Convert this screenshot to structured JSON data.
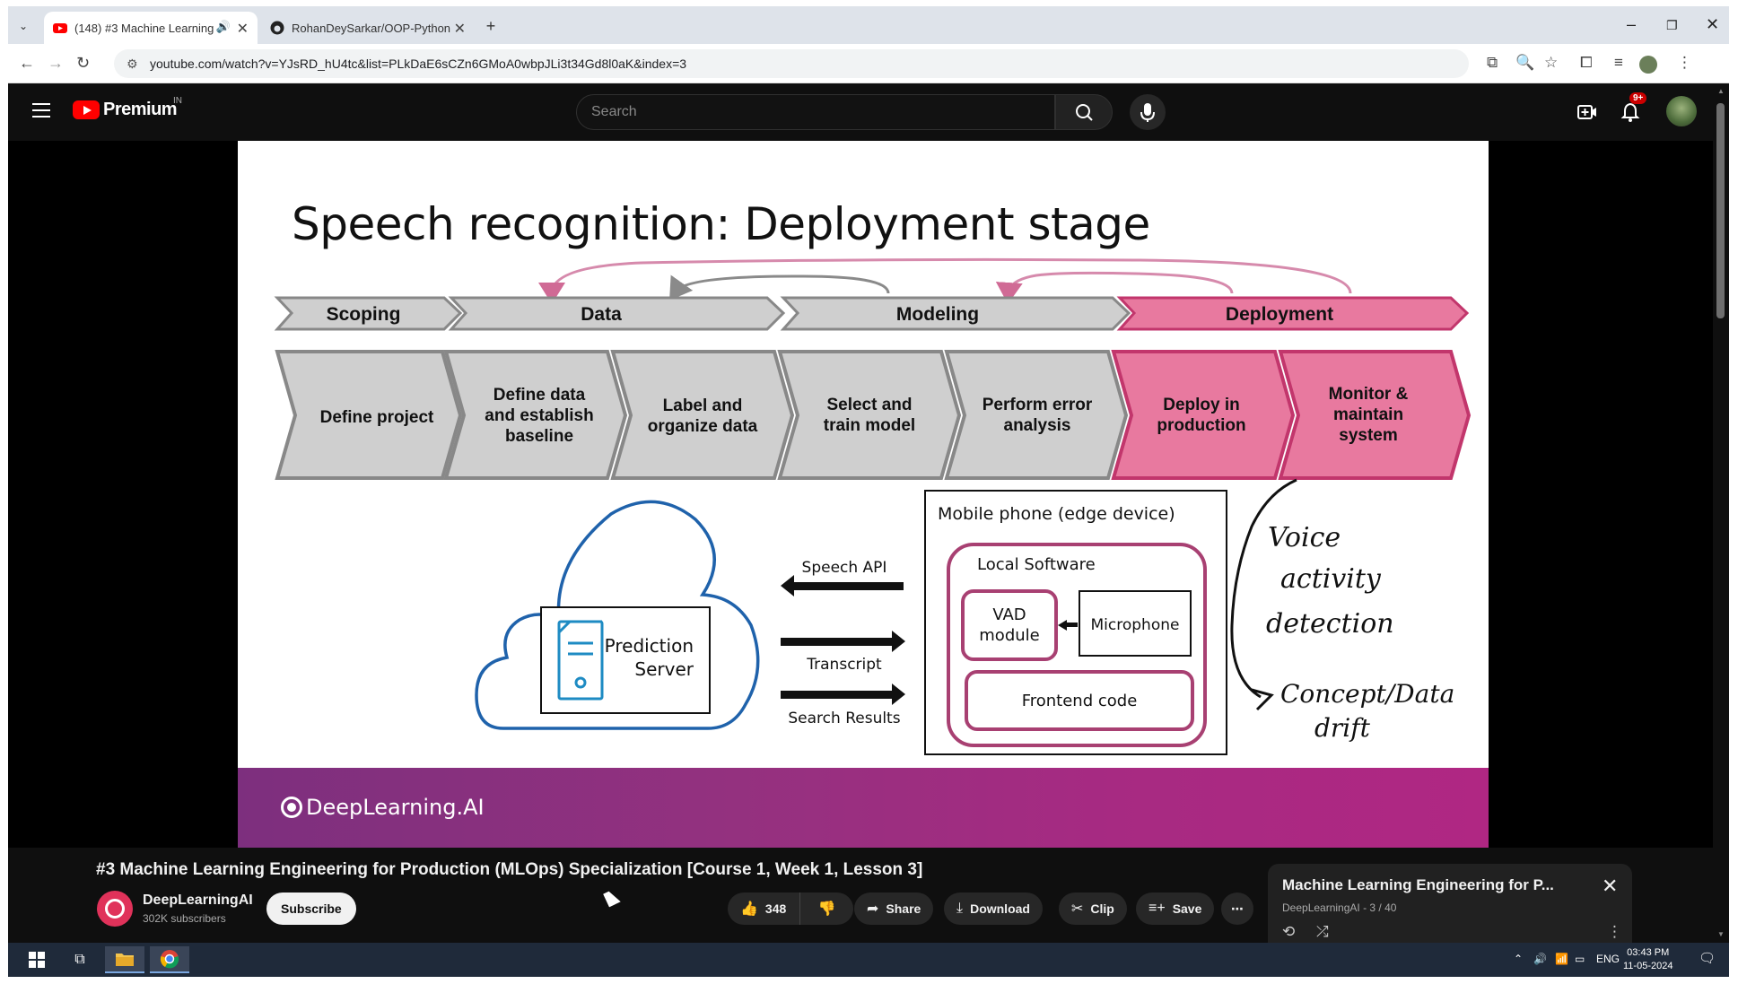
{
  "browser": {
    "tabs": [
      {
        "title": "(148) #3 Machine Learning",
        "active": true
      },
      {
        "title": "RohanDeySarkar/OOP-Python",
        "active": false
      }
    ],
    "new_tab_label": "+",
    "url": "youtube.com/watch?v=YJsRD_hU4tc&list=PLkDaE6sCZn6GMoA0wbpJLi3t34Gd8l0aK&index=3"
  },
  "youtube": {
    "logo_text": "Premium",
    "country_code": "IN",
    "search_placeholder": "Search",
    "notifications_badge": "9+"
  },
  "slide": {
    "title": "Speech recognition: Deployment stage",
    "phases": [
      "Scoping",
      "Data",
      "Modeling",
      "Deployment"
    ],
    "steps": [
      [
        "Define project"
      ],
      [
        "Define data",
        "and establish",
        "baseline"
      ],
      [
        "Label and",
        "organize data"
      ],
      [
        "Select and",
        "train model"
      ],
      [
        "Perform error",
        "analysis"
      ],
      [
        "Deploy in",
        "production"
      ],
      [
        "Monitor &",
        "maintain",
        "system"
      ]
    ],
    "prediction_server": [
      "Prediction",
      "Server"
    ],
    "speech_api": "Speech API",
    "transcript": "Transcript",
    "search_results": "Search Results",
    "mobile_phone": "Mobile phone (edge device)",
    "local_software": "Local Software",
    "vad_module": [
      "VAD",
      "module"
    ],
    "microphone": "Microphone",
    "frontend_code": "Frontend code",
    "handwritten_note_1": [
      "Voice",
      "activity",
      "detection"
    ],
    "handwritten_note_2": [
      "Concept/Data",
      "drift"
    ],
    "brand": "DeepLearning.AI"
  },
  "video": {
    "title": "#3 Machine Learning Engineering for Production (MLOps) Specialization [Course 1, Week 1, Lesson 3]",
    "channel": "DeepLearningAI",
    "subscribers": "302K subscribers",
    "subscribe_label": "Subscribe",
    "likes": "348",
    "share_label": "Share",
    "download_label": "Download",
    "clip_label": "Clip",
    "save_label": "Save"
  },
  "miniplayer": {
    "title": "Machine Learning Engineering for P...",
    "subtitle": "DeepLearningAI - 3 / 40"
  },
  "taskbar": {
    "language": "ENG",
    "time": "03:43 PM",
    "date": "11-05-2024"
  },
  "colors": {
    "youtube_red": "#ff0000",
    "deployment_pink": "#e8799f",
    "deployment_border": "#c2366c",
    "gray_step": "#cfcfcf",
    "brand_purple": "#94317f"
  }
}
